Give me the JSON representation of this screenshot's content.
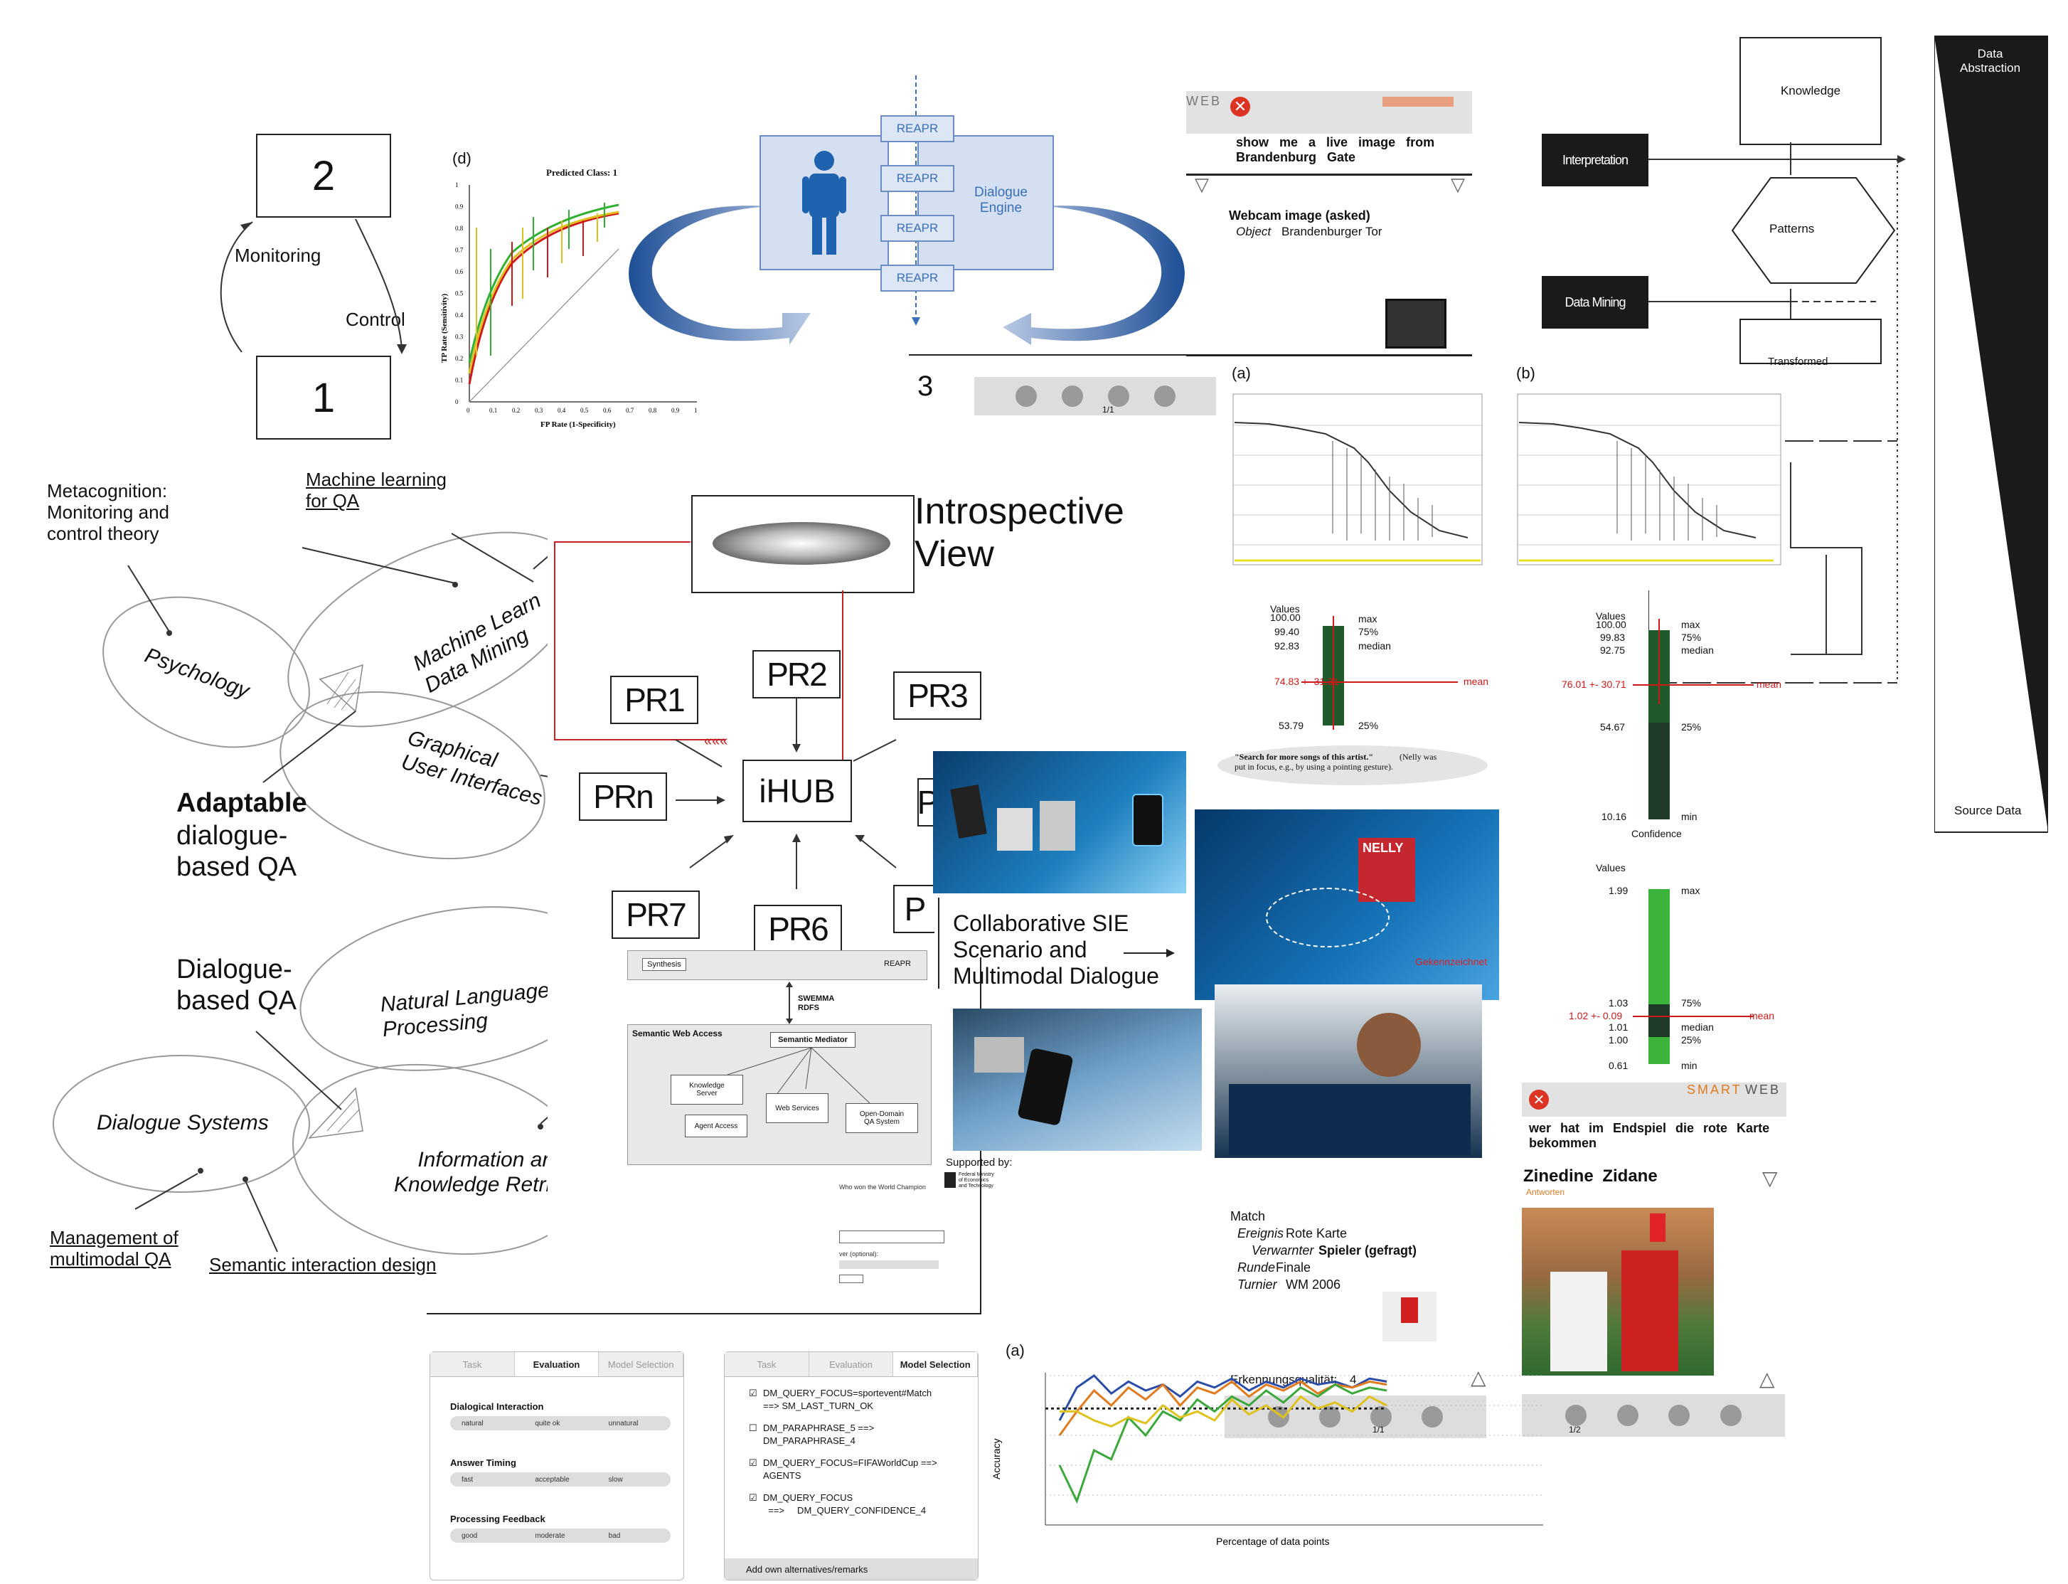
{
  "loop": {
    "box_top": "2",
    "box_bottom": "1",
    "monitoring": "Monitoring",
    "control": "Control"
  },
  "roc": {
    "panel_label": "(d)",
    "title": "Predicted Class: 1",
    "xlabel": "FP Rate (1-Specificity)",
    "ylabel": "TP Rate (Sensitivity)",
    "xticks": [
      "0",
      "0.1",
      "0.2",
      "0.3",
      "0.4",
      "0.5",
      "0.6",
      "0.7",
      "0.8",
      "0.9",
      "1"
    ],
    "yticks": [
      "0",
      "0.1",
      "0.2",
      "0.3",
      "0.4",
      "0.5",
      "0.6",
      "0.7",
      "0.8",
      "0.9",
      "1"
    ]
  },
  "dialogue_engine": {
    "label": "Dialogue\nEngine",
    "reapr": [
      "REAPR",
      "REAPR",
      "REAPR",
      "REAPR"
    ]
  },
  "smartweb_top": {
    "brand": "WEB",
    "query": "show me a live image from\nBrandenburg Gate",
    "result_title": "Webcam image (asked)",
    "result_object_key": "Object",
    "result_object_val": "Brandenburger Tor",
    "page": "1/1",
    "side_num": "3"
  },
  "pyramid": {
    "knowledge": "Knowledge",
    "patterns": "Patterns",
    "interpretation": "Interpretation",
    "data_mining": "Data Mining",
    "transformed": "Transformed",
    "data_abstraction": "Data\nAbstraction",
    "source_data": "Source Data"
  },
  "threshold_plots": {
    "a_label": "(a)",
    "b_label": "(b)"
  },
  "boxplot_a": {
    "values_title": "Values",
    "v1": "100.00",
    "v2": "99.40",
    "v3": "92.83",
    "mean": "74.83 +- 31.31",
    "v5": "53.79",
    "max": "max",
    "q75": "75%",
    "median": "median",
    "mean_label": "mean",
    "q25": "25%"
  },
  "boxplot_b": {
    "values_title": "Values",
    "v1": "100.00",
    "v2": "99.83",
    "v3": "92.75",
    "mean": "76.01 +- 30.71",
    "v5": "54.67",
    "v6": "10.16",
    "axis": "Confidence",
    "max": "max",
    "q75": "75%",
    "median": "median",
    "mean_label": "mean",
    "q25": "25%",
    "min": "min"
  },
  "boxplot_c": {
    "values_title": "Values",
    "v1": "1.99",
    "v2": "1.03",
    "mean": "1.02 +- 0.09",
    "v4": "1.01",
    "v5": "1.00",
    "v6": "0.61",
    "max": "max",
    "q75": "75%",
    "median": "median",
    "mean_label": "mean",
    "q25": "25%",
    "min": "min"
  },
  "venn": {
    "metacognition": "Metacognition:\nMonitoring and\ncontrol theory",
    "ml_link": "Machine learning\nfor QA",
    "psychology": "Psychology",
    "ml_dm": "Machine Learn\nData Mining",
    "gui": "Graphical\nUser Interfaces",
    "adaptable": "Adaptable",
    "adaptable_rest": "dialogue-\nbased QA",
    "dbqa": "Dialogue-\nbased QA",
    "nlp": "Natural Language\nProcessing",
    "dialogue_systems": "Dialogue Systems",
    "ikr": "Information and\nKnowledge Retrieval",
    "mgmt": "Management of\nmultimodal QA",
    "semantic": "Semantic interaction design"
  },
  "ihub": {
    "introspective": "Introspective\nView",
    "center": "iHUB",
    "pr1": "PR1",
    "pr2": "PR2",
    "pr3": "PR3",
    "prn": "PRn",
    "pr7": "PR7",
    "pr6": "PR6",
    "pr_cut": "P",
    "pr_cut2": "P"
  },
  "arch": {
    "synthesis": "Synthesis",
    "reapr": "REAPR",
    "swemma": "SWEMMA\nRDFS",
    "swa": "Semantic Web Access",
    "mediator": "Semantic Mediator",
    "knowledge_server": "Knowledge\nServer",
    "web_services": "Web Services",
    "agent_access": "Agent Access",
    "open_domain": "Open-Domain\nQA System",
    "supported": "Supported by:",
    "ministry": "Federal Ministry\nof Economics\nand Technology",
    "champion": "Who won the World Champion",
    "optional": "ver (optional):"
  },
  "collab": {
    "text": "Collaborative SIE\nScenario and\nMultimodal Dialogue",
    "bubble_bold": "\"Search for more songs of this artist.\"",
    "bubble_rest": "(Nelly was\nput in focus, e.g., by using a pointing gesture).",
    "nelly": "NELLY",
    "red_label": "Gekennzeichnet"
  },
  "smartweb_bottom": {
    "brand_a": "SMART",
    "brand_b": "WEB",
    "query": "wer hat im Endspiel die rote Karte\nbekommen",
    "answer": "Zinedine Zidane",
    "sub": "Antworten",
    "page": "1/2"
  },
  "match": {
    "title": "Match",
    "r1k": "Ereignis",
    "r1v": "Rote Karte",
    "r2k": "Verwarnter",
    "r2v": "Spieler (gefragt)",
    "r3k": "Runde",
    "r3v": "Finale",
    "r4k": "Turnier",
    "r4v": "WM 2006",
    "quality": "Erkennungsqualität:",
    "quality_val": "4",
    "page": "1/1"
  },
  "eval_panel": {
    "tabs": [
      "Task",
      "Evaluation",
      "Model Selection"
    ],
    "groups": [
      {
        "title": "Dialogical Interaction",
        "opts": [
          "natural",
          "quite ok",
          "unnatural"
        ]
      },
      {
        "title": "Answer Timing",
        "opts": [
          "fast",
          "acceptable",
          "slow"
        ]
      },
      {
        "title": "Processing Feedback",
        "opts": [
          "good",
          "moderate",
          "bad"
        ]
      }
    ]
  },
  "model_panel": {
    "tabs": [
      "Task",
      "Evaluation",
      "Model Selection"
    ],
    "items": [
      "DM_QUERY_FOCUS=sportevent#Match\n==> SM_LAST_TURN_OK",
      "DM_PARAPHRASE_5 ==>\nDM_PARAPHRASE_4",
      "DM_QUERY_FOCUS=FIFAWorldCup ==>\nAGENTS",
      "DM_QUERY_FOCUS\n  ==>     DM_QUERY_CONFIDENCE_4"
    ],
    "checked": [
      "☑",
      "☐",
      "☑",
      "☑"
    ],
    "footer": "Add own alternatives/remarks"
  },
  "chart_data": {
    "type": "line",
    "panel_label": "(a)",
    "xlabel": "Percentage of data points",
    "ylabel": "Accuracy",
    "ylim": [
      0.5,
      1.0
    ],
    "x": [
      0.02,
      0.04,
      0.06,
      0.08,
      0.1,
      0.12,
      0.14,
      0.16,
      0.18,
      0.2,
      0.22,
      0.24,
      0.26,
      0.28,
      0.3,
      0.32,
      0.34,
      0.36,
      0.38,
      0.4
    ],
    "series": [
      {
        "color": "#2a4da8",
        "values": [
          0.85,
          0.96,
          1.0,
          0.94,
          0.98,
          0.95,
          0.97,
          0.93,
          0.98,
          0.96,
          0.99,
          0.95,
          0.98,
          0.96,
          0.99,
          0.97,
          0.98,
          0.96,
          0.99,
          0.98
        ]
      },
      {
        "color": "#e07a1c",
        "values": [
          0.8,
          0.88,
          0.95,
          0.9,
          0.96,
          0.92,
          0.97,
          0.9,
          0.96,
          0.94,
          0.98,
          0.93,
          0.97,
          0.95,
          0.98,
          0.94,
          0.97,
          0.96,
          0.98,
          0.97
        ]
      },
      {
        "color": "#3aa83a",
        "values": [
          0.7,
          0.58,
          0.75,
          0.72,
          0.86,
          0.8,
          0.88,
          0.85,
          0.92,
          0.88,
          0.93,
          0.9,
          0.95,
          0.91,
          0.96,
          0.93,
          0.97,
          0.94,
          0.96,
          0.95
        ]
      },
      {
        "color": "#e0c21c",
        "values": [
          0.88,
          0.88,
          0.85,
          0.83,
          0.86,
          0.84,
          0.9,
          0.86,
          0.88,
          0.85,
          0.92,
          0.87,
          0.9,
          0.86,
          0.93,
          0.89,
          0.91,
          0.88,
          0.93,
          0.9
        ]
      }
    ],
    "baseline": 0.89
  }
}
